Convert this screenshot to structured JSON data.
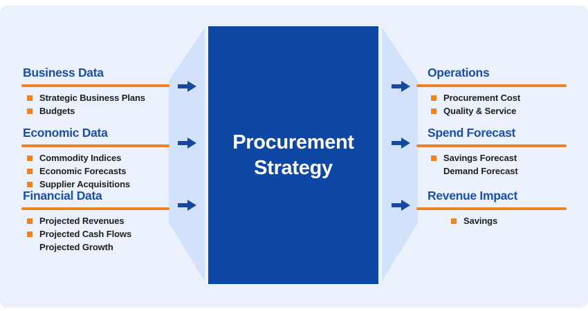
{
  "colors": {
    "background": "#EBF2FD",
    "panel_blue": "#D2E2FA",
    "box_blue": "#0F47A4",
    "heading_blue": "#1D4FA6",
    "accent_orange": "#F08222",
    "arrow_blue": "#17489F",
    "body_text": "#1E1E1E"
  },
  "center_box": {
    "title_line1": "Procurement",
    "title_line2": "Strategy"
  },
  "left_sections": [
    {
      "title": "Business Data",
      "items": [
        {
          "text": "Strategic Business Plans"
        },
        {
          "text": "Budgets"
        }
      ]
    },
    {
      "title": "Economic Data",
      "items": [
        {
          "text": "Commodity Indices"
        },
        {
          "text": "Economic Forecasts"
        },
        {
          "text": "Supplier Acquisitions"
        }
      ]
    },
    {
      "title": "Financial Data",
      "items": [
        {
          "text": "Projected Revenues"
        },
        {
          "text": "Projected Cash Flows"
        },
        {
          "text": "Projected Growth",
          "continuation": true
        }
      ]
    }
  ],
  "right_sections": [
    {
      "title": "Operations",
      "items": [
        {
          "text": "Procurement Cost"
        },
        {
          "text": "Quality & Service"
        }
      ]
    },
    {
      "title": "Spend Forecast",
      "items": [
        {
          "text": "Savings Forecast"
        },
        {
          "text": "Demand Forecast",
          "continuation": true
        }
      ]
    },
    {
      "title": "Revenue Impact",
      "items": [
        {
          "text": "Savings"
        }
      ]
    }
  ]
}
